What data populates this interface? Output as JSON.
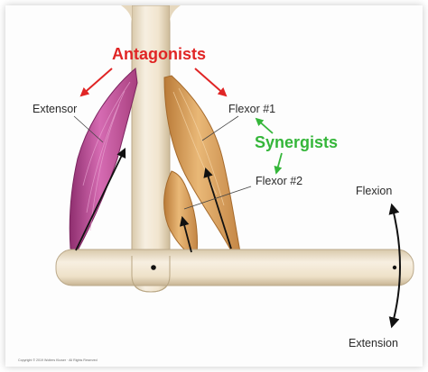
{
  "labels": {
    "antagonists": "Antagonists",
    "synergists": "Synergists",
    "extensor": "Extensor",
    "flexor1": "Flexor #1",
    "flexor2": "Flexor #2",
    "flexion": "Flexion",
    "extension": "Extension",
    "copyright": "Copyright © 2019 Wolters Kluwer · All Rights Reserved"
  },
  "colors": {
    "antagonists": "#e02525",
    "synergists": "#35b63a",
    "extensor_muscle": "#c0579e",
    "flexor_muscle": "#d9a25c",
    "bone": "#f4e9d6",
    "bone_outline": "#c4b396"
  }
}
